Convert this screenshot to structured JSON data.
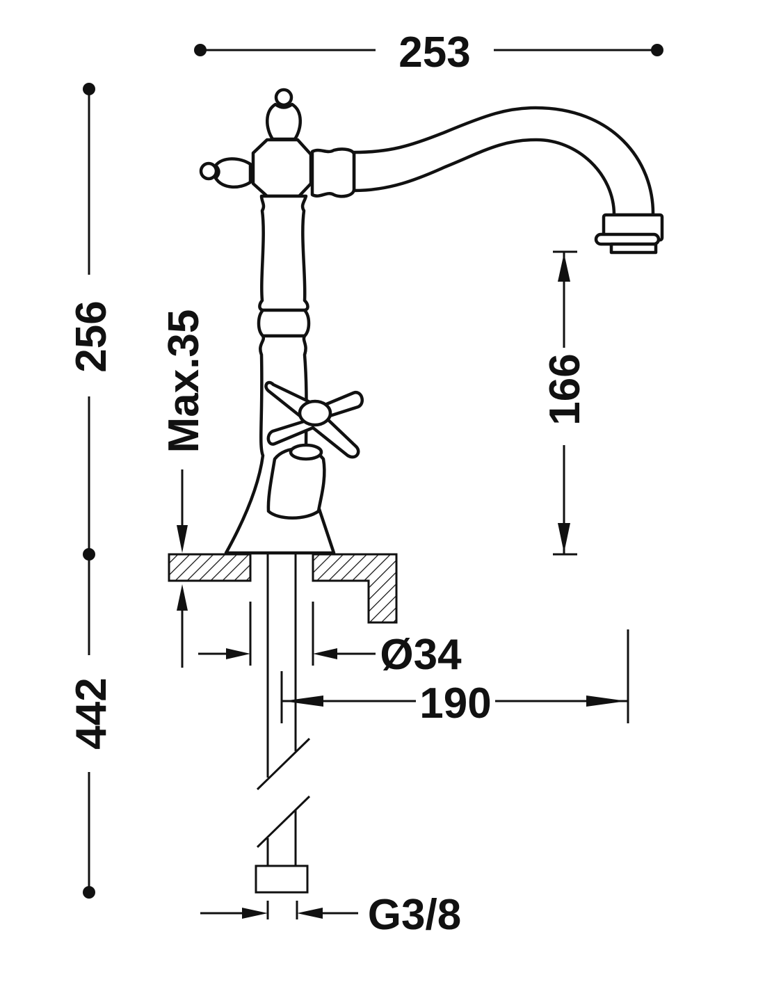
{
  "title": "Faucet dimension drawing",
  "colors": {
    "line": "#111111",
    "background": "#ffffff"
  },
  "dimensions": {
    "overall_width": "253",
    "overall_height": "256",
    "max_counter_thickness": "Max.35",
    "spout_height": "166",
    "hole_diameter": "Ø34",
    "spout_reach": "190",
    "hose_length": "442",
    "connection_thread": "G3/8"
  }
}
